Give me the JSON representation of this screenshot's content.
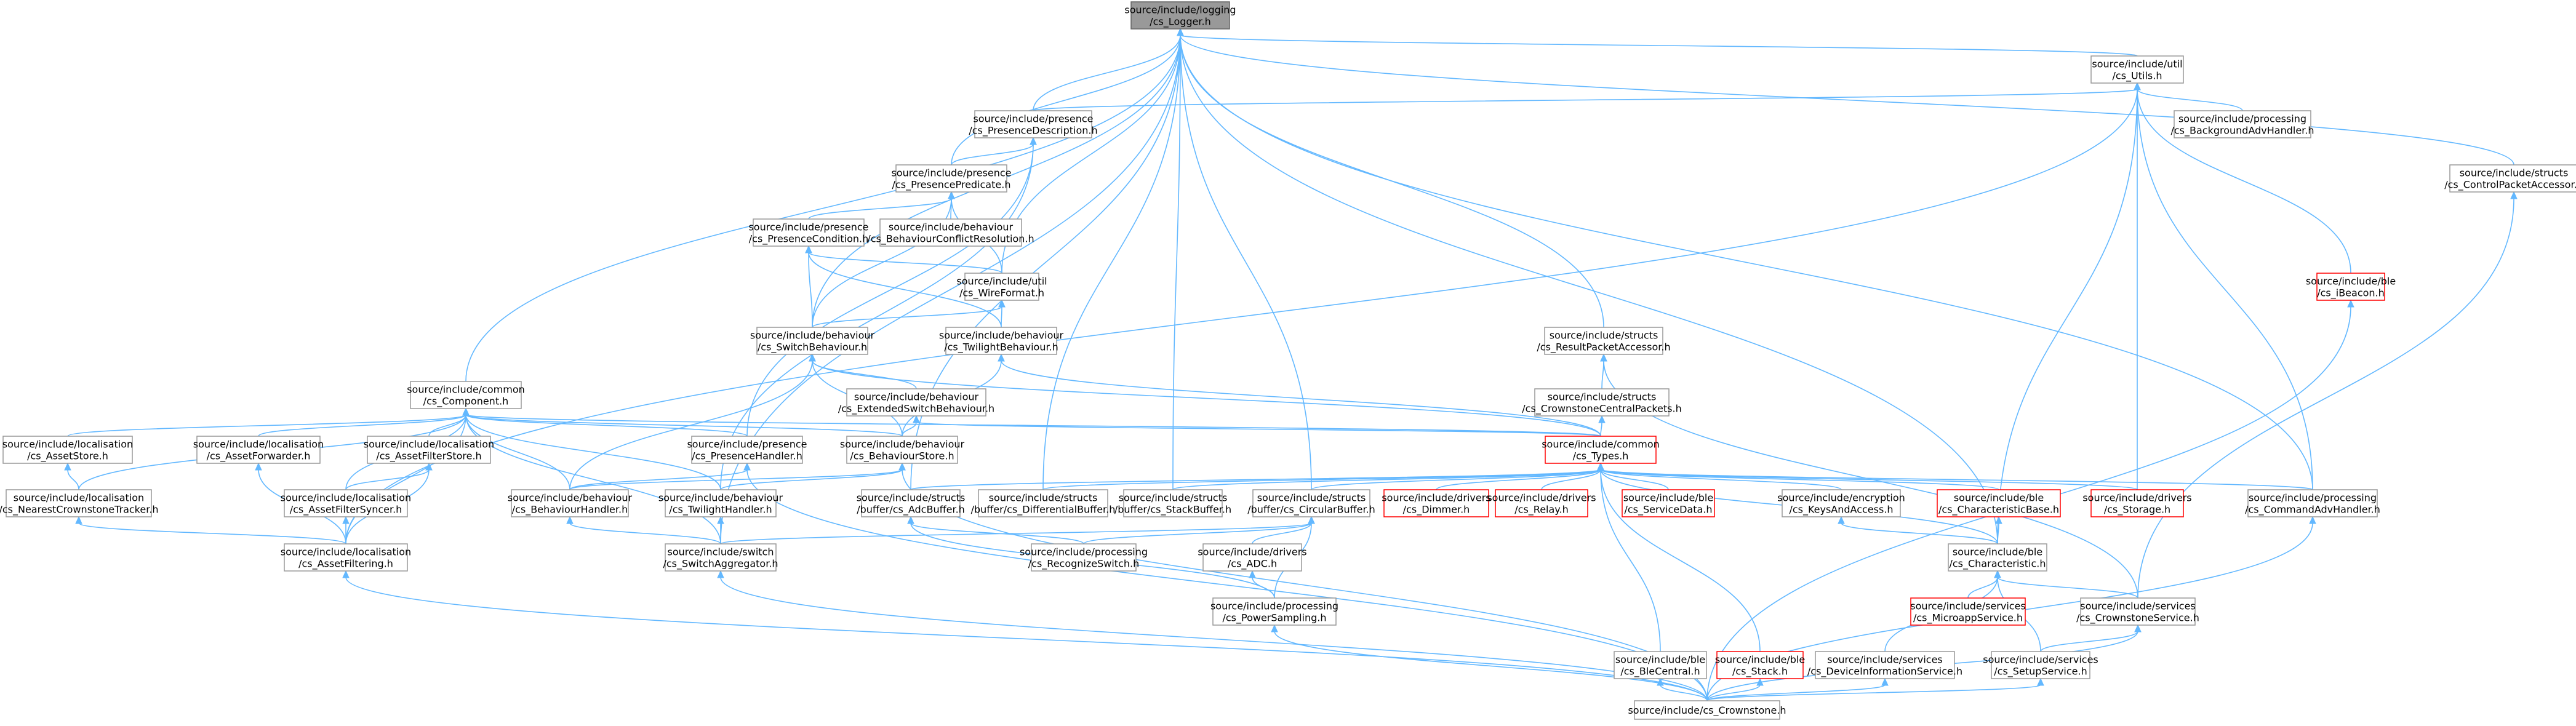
{
  "diagram": {
    "title": "",
    "colors": {
      "edge": "#63b8ff",
      "node_border": "#999999",
      "node_border_incomplete": "#ff0000",
      "root_fill": "#999999"
    },
    "nodes": [
      {
        "id": "logger",
        "lines": [
          "source/include/logging",
          "/cs_Logger.h"
        ],
        "kind": "root"
      },
      {
        "id": "utils",
        "lines": [
          "source/include/util",
          "/cs_Utils.h"
        ]
      },
      {
        "id": "presdesc",
        "lines": [
          "source/include/presence",
          "/cs_PresenceDescription.h"
        ]
      },
      {
        "id": "bgadv",
        "lines": [
          "source/include/processing",
          "/cs_BackgroundAdvHandler.h"
        ]
      },
      {
        "id": "ctrlpkt",
        "lines": [
          "source/include/structs",
          "/cs_ControlPacketAccessor.h"
        ]
      },
      {
        "id": "prespred",
        "lines": [
          "source/include/presence",
          "/cs_PresencePredicate.h"
        ]
      },
      {
        "id": "prescond",
        "lines": [
          "source/include/presence",
          "/cs_PresenceCondition.h"
        ]
      },
      {
        "id": "bconflict",
        "lines": [
          "source/include/behaviour",
          "/cs_BehaviourConflictResolution.h"
        ]
      },
      {
        "id": "ibeacon",
        "lines": [
          "source/include/ble",
          "/cs_iBeacon.h"
        ],
        "kind": "red"
      },
      {
        "id": "wireformat",
        "lines": [
          "source/include/util",
          "/cs_WireFormat.h"
        ]
      },
      {
        "id": "switchbeh",
        "lines": [
          "source/include/behaviour",
          "/cs_SwitchBehaviour.h"
        ]
      },
      {
        "id": "twilightbeh",
        "lines": [
          "source/include/behaviour",
          "/cs_TwilightBehaviour.h"
        ]
      },
      {
        "id": "resultpkt",
        "lines": [
          "source/include/structs",
          "/cs_ResultPacketAccessor.h"
        ]
      },
      {
        "id": "component",
        "lines": [
          "source/include/common",
          "/cs_Component.h"
        ]
      },
      {
        "id": "extswitch",
        "lines": [
          "source/include/behaviour",
          "/cs_ExtendedSwitchBehaviour.h"
        ]
      },
      {
        "id": "centralpkt",
        "lines": [
          "source/include/structs",
          "/cs_CrownstoneCentralPackets.h"
        ]
      },
      {
        "id": "assetstore",
        "lines": [
          "source/include/localisation",
          "/cs_AssetStore.h"
        ]
      },
      {
        "id": "assetfwd",
        "lines": [
          "source/include/localisation",
          "/cs_AssetForwarder.h"
        ]
      },
      {
        "id": "assetfilterstore",
        "lines": [
          "source/include/localisation",
          "/cs_AssetFilterStore.h"
        ]
      },
      {
        "id": "preshandler",
        "lines": [
          "source/include/presence",
          "/cs_PresenceHandler.h"
        ]
      },
      {
        "id": "bstore",
        "lines": [
          "source/include/behaviour",
          "/cs_BehaviourStore.h"
        ]
      },
      {
        "id": "types",
        "lines": [
          "source/include/common",
          "/cs_Types.h"
        ],
        "kind": "red"
      },
      {
        "id": "nearest",
        "lines": [
          "source/include/localisation",
          "/cs_NearestCrownstoneTracker.h"
        ]
      },
      {
        "id": "filtersync",
        "lines": [
          "source/include/localisation",
          "/cs_AssetFilterSyncer.h"
        ]
      },
      {
        "id": "bhandler",
        "lines": [
          "source/include/behaviour",
          "/cs_BehaviourHandler.h"
        ]
      },
      {
        "id": "twhandler",
        "lines": [
          "source/include/behaviour",
          "/cs_TwilightHandler.h"
        ]
      },
      {
        "id": "adcbuf",
        "lines": [
          "source/include/structs",
          "/buffer/cs_AdcBuffer.h"
        ]
      },
      {
        "id": "diffbuf",
        "lines": [
          "source/include/structs",
          "/buffer/cs_DifferentialBuffer.h"
        ]
      },
      {
        "id": "stackbuf",
        "lines": [
          "source/include/structs",
          "/buffer/cs_StackBuffer.h"
        ]
      },
      {
        "id": "circbuf",
        "lines": [
          "source/include/structs",
          "/buffer/cs_CircularBuffer.h"
        ]
      },
      {
        "id": "dimmer",
        "lines": [
          "source/include/drivers",
          "/cs_Dimmer.h"
        ],
        "kind": "red"
      },
      {
        "id": "relay",
        "lines": [
          "source/include/drivers",
          "/cs_Relay.h"
        ],
        "kind": "red"
      },
      {
        "id": "servicedata",
        "lines": [
          "source/include/ble",
          "/cs_ServiceData.h"
        ],
        "kind": "red"
      },
      {
        "id": "keys",
        "lines": [
          "source/include/encryption",
          "/cs_KeysAndAccess.h"
        ]
      },
      {
        "id": "charbase",
        "lines": [
          "source/include/ble",
          "/cs_CharacteristicBase.h"
        ],
        "kind": "red"
      },
      {
        "id": "storage",
        "lines": [
          "source/include/drivers",
          "/cs_Storage.h"
        ],
        "kind": "red"
      },
      {
        "id": "cmdadv",
        "lines": [
          "source/include/processing",
          "/cs_CommandAdvHandler.h"
        ]
      },
      {
        "id": "assetfilter",
        "lines": [
          "source/include/localisation",
          "/cs_AssetFiltering.h"
        ]
      },
      {
        "id": "switchagg",
        "lines": [
          "source/include/switch",
          "/cs_SwitchAggregator.h"
        ]
      },
      {
        "id": "recognize",
        "lines": [
          "source/include/processing",
          "/cs_RecognizeSwitch.h"
        ]
      },
      {
        "id": "adc",
        "lines": [
          "source/include/drivers",
          "/cs_ADC.h"
        ]
      },
      {
        "id": "characteristic",
        "lines": [
          "source/include/ble",
          "/cs_Characteristic.h"
        ]
      },
      {
        "id": "microapp",
        "lines": [
          "source/include/services",
          "/cs_MicroappService.h"
        ],
        "kind": "red"
      },
      {
        "id": "powersampling",
        "lines": [
          "source/include/processing",
          "/cs_PowerSampling.h"
        ]
      },
      {
        "id": "csservice",
        "lines": [
          "source/include/services",
          "/cs_CrownstoneService.h"
        ]
      },
      {
        "id": "blecentral",
        "lines": [
          "source/include/ble",
          "/cs_BleCentral.h"
        ]
      },
      {
        "id": "blestack",
        "lines": [
          "source/include/ble",
          "/cs_Stack.h"
        ],
        "kind": "red"
      },
      {
        "id": "devinfo",
        "lines": [
          "source/include/services",
          "/cs_DeviceInformationService.h"
        ]
      },
      {
        "id": "setupservice",
        "lines": [
          "source/include/services",
          "/cs_SetupService.h"
        ]
      },
      {
        "id": "crownstone",
        "lines": [
          "source/include/cs_Crownstone.h"
        ],
        "kind": "plain"
      }
    ],
    "edges": [
      [
        "utils",
        "logger"
      ],
      [
        "presdesc",
        "logger"
      ],
      [
        "prespred",
        "logger"
      ],
      [
        "wireformat",
        "logger"
      ],
      [
        "switchbeh",
        "logger"
      ],
      [
        "component",
        "logger"
      ],
      [
        "resultpkt",
        "logger"
      ],
      [
        "ctrlpkt",
        "logger"
      ],
      [
        "adcbuf",
        "logger"
      ],
      [
        "diffbuf",
        "logger"
      ],
      [
        "stackbuf",
        "logger"
      ],
      [
        "circbuf",
        "logger"
      ],
      [
        "characteristic",
        "logger"
      ],
      [
        "cmdadv",
        "logger"
      ],
      [
        "switchagg",
        "logger"
      ],
      [
        "presdesc",
        "utils"
      ],
      [
        "bgadv",
        "utils"
      ],
      [
        "ibeacon",
        "utils"
      ],
      [
        "storage",
        "utils"
      ],
      [
        "characteristic",
        "utils"
      ],
      [
        "assetfilter",
        "utils"
      ],
      [
        "cmdadv",
        "utils"
      ],
      [
        "prespred",
        "presdesc"
      ],
      [
        "preshandler",
        "presdesc"
      ],
      [
        "twhandler",
        "presdesc"
      ],
      [
        "prescond",
        "prespred"
      ],
      [
        "bconflict",
        "prespred"
      ],
      [
        "wireformat",
        "prespred"
      ],
      [
        "switchbeh",
        "prespred"
      ],
      [
        "switchbeh",
        "prescond"
      ],
      [
        "twilightbeh",
        "prescond"
      ],
      [
        "wireformat",
        "prescond"
      ],
      [
        "switchbeh",
        "wireformat"
      ],
      [
        "twilightbeh",
        "wireformat"
      ],
      [
        "extswitch",
        "switchbeh"
      ],
      [
        "bstore",
        "switchbeh"
      ],
      [
        "bhandler",
        "switchbeh"
      ],
      [
        "types",
        "switchbeh"
      ],
      [
        "bstore",
        "twilightbeh"
      ],
      [
        "types",
        "twilightbeh"
      ],
      [
        "centralpkt",
        "resultpkt"
      ],
      [
        "csservice",
        "resultpkt"
      ],
      [
        "types",
        "centralpkt"
      ],
      [
        "bstore",
        "extswitch"
      ],
      [
        "types",
        "extswitch"
      ],
      [
        "assetstore",
        "component"
      ],
      [
        "assetfwd",
        "component"
      ],
      [
        "assetfilterstore",
        "component"
      ],
      [
        "preshandler",
        "component"
      ],
      [
        "bstore",
        "component"
      ],
      [
        "nearest",
        "component"
      ],
      [
        "filtersync",
        "component"
      ],
      [
        "bhandler",
        "component"
      ],
      [
        "twhandler",
        "component"
      ],
      [
        "assetfilter",
        "component"
      ],
      [
        "switchagg",
        "component"
      ],
      [
        "types",
        "component"
      ],
      [
        "nearest",
        "assetstore"
      ],
      [
        "assetfilter",
        "assetfwd"
      ],
      [
        "filtersync",
        "assetfilterstore"
      ],
      [
        "assetfilter",
        "assetfilterstore"
      ],
      [
        "bhandler",
        "preshandler"
      ],
      [
        "crownstone",
        "preshandler"
      ],
      [
        "bhandler",
        "bstore"
      ],
      [
        "twhandler",
        "bstore"
      ],
      [
        "crownstone",
        "bstore"
      ],
      [
        "assetfilter",
        "nearest"
      ],
      [
        "assetfilter",
        "filtersync"
      ],
      [
        "switchagg",
        "bhandler"
      ],
      [
        "switchagg",
        "twhandler"
      ],
      [
        "adcbuf",
        "types"
      ],
      [
        "diffbuf",
        "types"
      ],
      [
        "stackbuf",
        "types"
      ],
      [
        "circbuf",
        "types"
      ],
      [
        "dimmer",
        "types"
      ],
      [
        "relay",
        "types"
      ],
      [
        "servicedata",
        "types"
      ],
      [
        "keys",
        "types"
      ],
      [
        "charbase",
        "types"
      ],
      [
        "storage",
        "types"
      ],
      [
        "cmdadv",
        "types"
      ],
      [
        "characteristic",
        "types"
      ],
      [
        "blecentral",
        "types"
      ],
      [
        "blestack",
        "types"
      ],
      [
        "recognize",
        "adcbuf"
      ],
      [
        "powersampling",
        "adcbuf"
      ],
      [
        "recognize",
        "circbuf"
      ],
      [
        "adc",
        "circbuf"
      ],
      [
        "powersampling",
        "circbuf"
      ],
      [
        "switchagg",
        "circbuf"
      ],
      [
        "powersampling",
        "adc"
      ],
      [
        "characteristic",
        "keys"
      ],
      [
        "characteristic",
        "charbase"
      ],
      [
        "microapp",
        "characteristic"
      ],
      [
        "csservice",
        "characteristic"
      ],
      [
        "setupservice",
        "characteristic"
      ],
      [
        "devinfo",
        "characteristic"
      ],
      [
        "setupservice",
        "csservice"
      ],
      [
        "csservice",
        "ctrlpkt"
      ],
      [
        "crownstone",
        "assetfilter"
      ],
      [
        "crownstone",
        "switchagg"
      ],
      [
        "crownstone",
        "powersampling"
      ],
      [
        "crownstone",
        "blecentral"
      ],
      [
        "crownstone",
        "blestack"
      ],
      [
        "crownstone",
        "devinfo"
      ],
      [
        "crownstone",
        "setupservice"
      ],
      [
        "crownstone",
        "csservice"
      ],
      [
        "crownstone",
        "cmdadv"
      ],
      [
        "crownstone",
        "ibeacon"
      ]
    ]
  }
}
